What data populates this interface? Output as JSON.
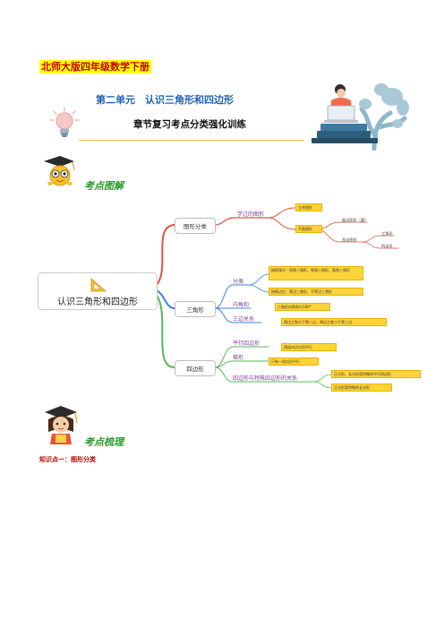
{
  "header": {
    "grade_title": "北师大版四年级数学下册",
    "unit_title": "第二单元　认识三角形和四边形",
    "subtitle": "章节复习考点分类强化训练"
  },
  "sections": {
    "map_title": "考点图解",
    "summary_title": "考点梳理",
    "knowledge_point_1": "知识点一：图形分类"
  },
  "mindmap": {
    "root": "认识三角形和四边形",
    "branches": {
      "shape_classification": {
        "label": "图形分类",
        "sub_label": "学过的图形",
        "solid": "立体图形",
        "plane": "平面图形",
        "curve_shapes": "曲边图形（圆）",
        "straight_shapes": "直边图形",
        "triangle_leaf": "三角形",
        "quad_leaf": "四边形"
      },
      "triangle": {
        "label": "三角形",
        "classify_label": "分类",
        "by_angle": "按照角分：锐角三角形、钝角三角形、直角三角形",
        "by_side": "按照边分：等边三角形、不等边三角形",
        "angle_label": "内角和",
        "angle_sum": "三角形内角和为180°",
        "sides_label": "三边关系",
        "sides_rule": "两边之和大于第三边，两边之差小于第三边"
      },
      "quadrilateral": {
        "label": "四边形",
        "parallelogram_label": "平行四边形",
        "parallelogram_def": "两组对边分别平行",
        "trapezoid_label": "梯形",
        "trapezoid_def": "只有一组对边平行",
        "relation_label": "四边形与特殊四边形的关系",
        "relation_1": "正方形、长方形是特殊的平行四边形",
        "relation_2": "正方形是特殊的长方形"
      }
    }
  },
  "colors": {
    "branch_red": "#e0533c",
    "branch_blue": "#3a86d8",
    "branch_green": "#56b85a",
    "highlight": "#ffff00",
    "tag_fill": "#ffd43a"
  }
}
